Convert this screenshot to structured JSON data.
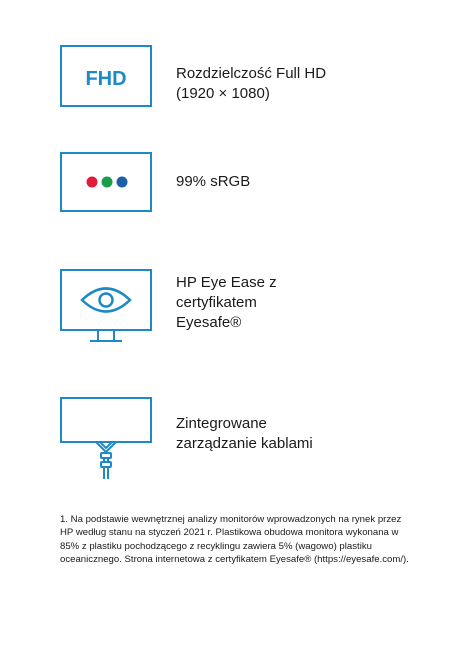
{
  "features": [
    {
      "icon": "fhd-monitor-icon",
      "badge": "FHD",
      "label": "Rozdzielczość Full HD\n(1920 × 1080)"
    },
    {
      "icon": "color-dots-monitor-icon",
      "label": "99% sRGB"
    },
    {
      "icon": "eye-monitor-icon",
      "label": "HP Eye Ease z\ncertyfikatem\nEyesafe®"
    },
    {
      "icon": "cable-management-monitor-icon",
      "label": "Zintegrowane\nzarządzanie kablami"
    }
  ],
  "footnote": "1. Na podstawie wewnętrznej analizy monitorów wprowadzonych na rynek przez HP według stanu na styczeń 2021 r. Plastikowa obudowa monitora wykonana w 85% z plastiku pochodzącego z recyklingu zawiera 5% (wagowo) plastiku oceanicznego. Strona internetowa z certyfikatem Eyesafe® (https://eyesafe.com/).",
  "colors": {
    "icon_stroke": "#1d8ac7",
    "dot_red": "#e21b3c",
    "dot_green": "#1a9c4a",
    "dot_blue": "#1b5fa8"
  }
}
